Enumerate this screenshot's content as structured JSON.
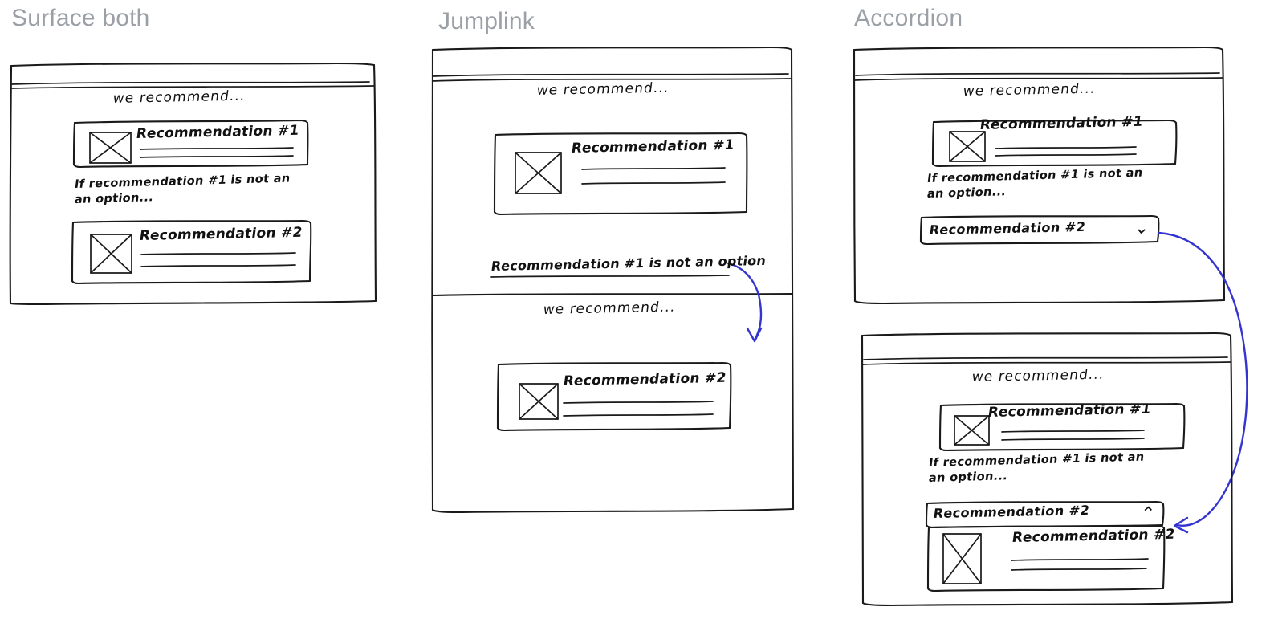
{
  "page": {
    "background_color": "#ffffff",
    "ink_color": "#1a1a1a",
    "annotation_color": "#3434cf",
    "title_color": "#9aa0a6"
  },
  "sections": [
    {
      "id": "surface-both",
      "title": "Surface both"
    },
    {
      "id": "jumplink",
      "title": "Jumplink"
    },
    {
      "id": "accordion",
      "title": "Accordion"
    }
  ],
  "strings": {
    "we_recommend": "we  recommend...",
    "recommendation_1": "Recommendation #1",
    "recommendation_2": "Recommendation #2",
    "not_an_option_line1": "If recommendation #1 is  not an",
    "not_an_option_line2": "an option...",
    "jumplink_label": "Recommendation #1 is not an option",
    "chevron_down": "⌄",
    "chevron_up": "⌃",
    "image_placeholder": "crossed-box-image-placeholder"
  },
  "surface_both": {
    "header": "we  recommend...",
    "card_1": {
      "title": "Recommendation #1",
      "lines": 2
    },
    "interstitial": [
      "If recommendation #1 is  not an",
      "an option..."
    ],
    "card_2": {
      "title": "Recommendation #2",
      "lines": 2
    }
  },
  "jumplink": {
    "screen_top": {
      "header": "we  recommend...",
      "card_1": {
        "title": "Recommendation #1",
        "lines": 2
      },
      "link": "Recommendation #1 is not an option"
    },
    "screen_bottom": {
      "header": "we  recommend...",
      "card_2": {
        "title": "Recommendation #2",
        "lines": 2
      }
    },
    "annotation": "jump-arrow-to-second-section"
  },
  "accordion": {
    "collapsed_state": {
      "header": "we  recommend...",
      "card_1": {
        "title": "Recommendation #1",
        "lines": 2
      },
      "interstitial": [
        "If recommendation #1 is  not an",
        "an option..."
      ],
      "accordion_row": {
        "label": "Recommendation #2",
        "chevron": "⌄",
        "expanded": false
      }
    },
    "expanded_state": {
      "header": "we  recommend...",
      "card_1": {
        "title": "Recommendation #1",
        "lines": 2
      },
      "interstitial": [
        "If recommendation #1 is  not an",
        "an option..."
      ],
      "accordion_row": {
        "label": "Recommendation #2",
        "chevron": "⌃",
        "expanded": true
      },
      "revealed_card": {
        "title": "Recommendation #2",
        "lines": 2
      }
    },
    "annotation": "expand-arrow-to-open-state"
  }
}
